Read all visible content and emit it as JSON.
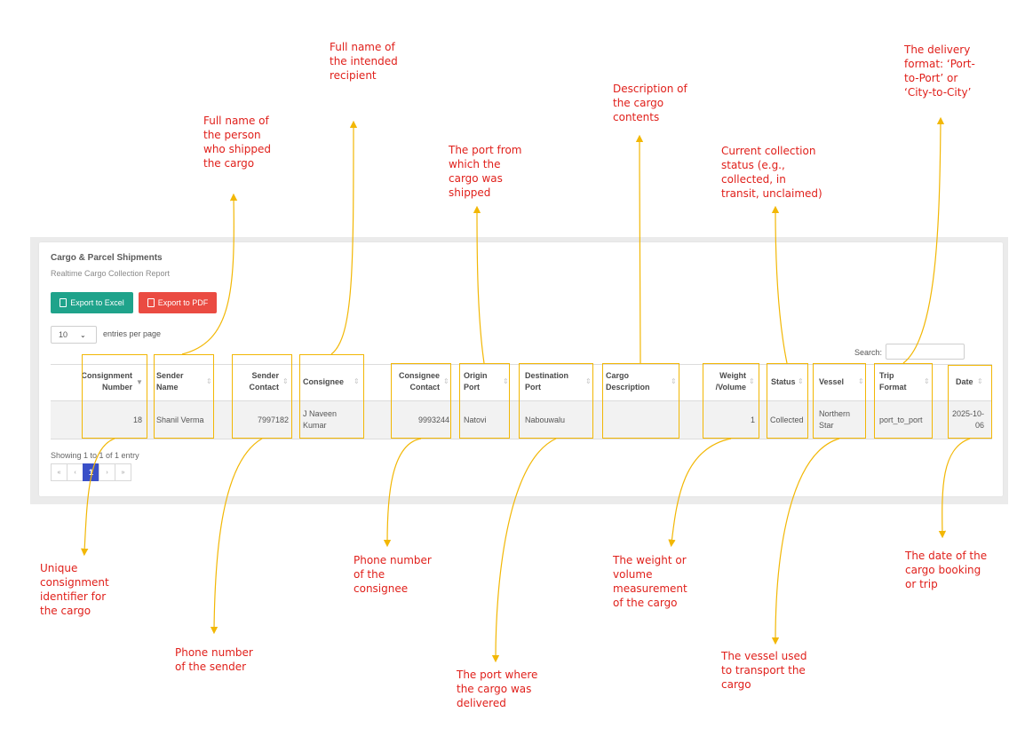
{
  "report": {
    "title": "Cargo & Parcel Shipments",
    "subtitle": "Realtime Cargo Collection Report",
    "export_excel_label": "Export to Excel",
    "export_pdf_label": "Export to PDF",
    "entries_value": "10",
    "entries_label": "entries per page",
    "search_label": "Search:",
    "search_placeholder": ""
  },
  "table": {
    "headers": {
      "consignment_number": "Consignment\nNumber",
      "sender_name": "Sender\nName",
      "sender_contact": "Sender\nContact",
      "consignee": "Consignee",
      "consignee_contact": "Consignee\nContact",
      "origin_port": "Origin\nPort",
      "destination_port": "Destination\nPort",
      "cargo_description": "Cargo\nDescription",
      "weight_volume": "Weight\n/Volume",
      "status": "Status",
      "vessel": "Vessel",
      "trip_format": "Trip\nFormat",
      "date": "Date"
    },
    "rows": [
      {
        "consignment_number": "18",
        "sender_name": "Shanil Verma",
        "sender_contact": "7997182",
        "consignee": "J Naveen\nKumar",
        "consignee_contact": "9993244",
        "origin_port": "Natovi",
        "destination_port": "Nabouwalu",
        "cargo_description": "",
        "weight_volume": "1",
        "status": "Collected",
        "vessel": "Northern\nStar",
        "trip_format": "port_to_port",
        "date": "2025-10-\n06"
      }
    ]
  },
  "footer": {
    "showing": "Showing 1 to 1 of 1 entry",
    "pager": [
      "«",
      "‹",
      "1",
      "›",
      "»"
    ],
    "active_page": "1"
  },
  "annotations": {
    "consignee": "Full name of\nthe intended\nrecipient",
    "trip_format": "The delivery\nformat: ‘Port-\nto-Port’ or\n‘City-to-City’",
    "cargo_description": "Description of\nthe cargo\ncontents",
    "sender_name": "Full name of\nthe person\nwho shipped\nthe cargo",
    "origin_port": "The port from\nwhich the\ncargo was\nshipped",
    "status": "Current collection\nstatus (e.g.,\ncollected, in\ntransit, unclaimed)",
    "consignment_number": "Unique\nconsignment\nidentifier for\nthe cargo",
    "consignee_contact": "Phone number\nof the\nconsignee",
    "weight_volume": "The weight or\nvolume\nmeasurement\nof the cargo",
    "date": "The date of the\ncargo booking\nor trip",
    "sender_contact": "Phone number\nof the sender",
    "destination_port": "The port where\nthe cargo was\ndelivered",
    "vessel": "The vessel used\nto transport the\ncargo"
  },
  "colors": {
    "annotation_text": "#e0201b",
    "highlight": "#f2b705",
    "excel_button": "#1fa38b",
    "pdf_button": "#ea4b42",
    "active_page": "#3a50c8"
  }
}
